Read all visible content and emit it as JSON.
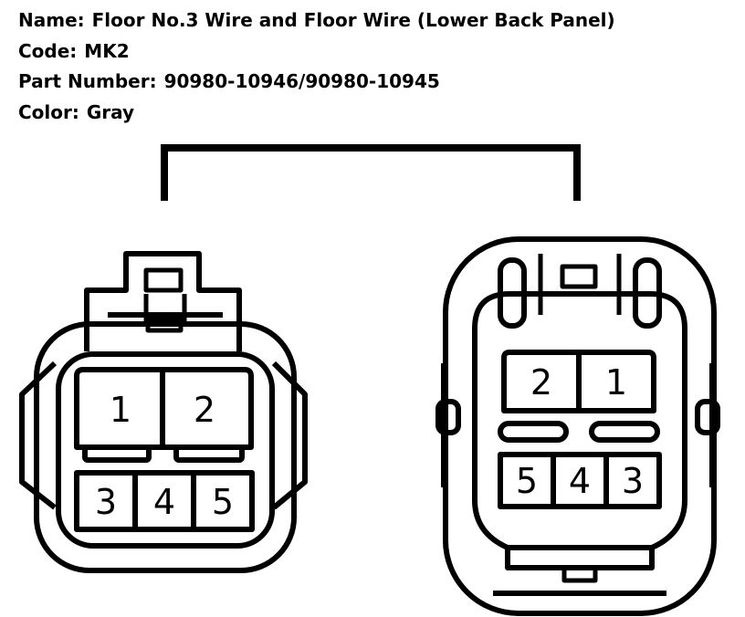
{
  "header": {
    "name_label": "Name:",
    "name_value": "Floor No.3 Wire and Floor Wire (Lower Back Panel)",
    "code_label": "Code:",
    "code_value": "MK2",
    "part_label": "Part Number:",
    "part_value": "90980-10946/90980-10945",
    "color_label": "Color:",
    "color_value": "Gray"
  },
  "connectors": {
    "left": {
      "pins": [
        "1",
        "2",
        "3",
        "4",
        "5"
      ]
    },
    "right": {
      "pins": [
        "2",
        "1",
        "5",
        "4",
        "3"
      ]
    }
  },
  "colors": {
    "line": "#000000",
    "background": "#ffffff"
  }
}
